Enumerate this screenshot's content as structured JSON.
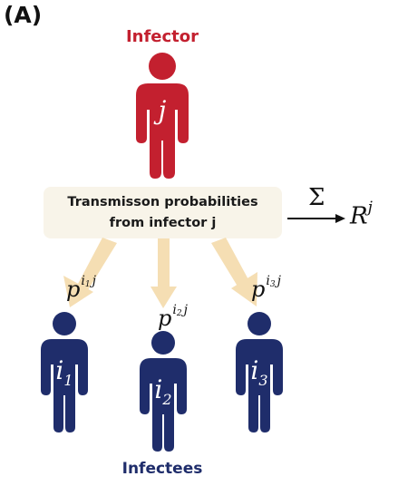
{
  "panel_label": "(A)",
  "infector": {
    "label": "Infector",
    "symbol": "j",
    "color": "#c3202f"
  },
  "transmission_box": {
    "line1": "Transmisson probabilities",
    "line2": "from infector  j",
    "background": "#f8f4e9"
  },
  "sum_symbol": "Σ",
  "result": {
    "base": "R",
    "superscript": "j"
  },
  "probabilities": [
    {
      "base": "p",
      "sup_base": "i",
      "sub": "1",
      "sup_j": "j"
    },
    {
      "base": "p",
      "sup_base": "i",
      "sub": "2",
      "sup_j": "j"
    },
    {
      "base": "p",
      "sup_base": "i",
      "sub": "3",
      "sup_j": "j"
    }
  ],
  "infectees": {
    "label": "Infectees",
    "color": "#1f2d6b",
    "people": [
      {
        "base": "i",
        "sub": "1"
      },
      {
        "base": "i",
        "sub": "2"
      },
      {
        "base": "i",
        "sub": "3"
      }
    ]
  },
  "arrow_color": "#f5deb3"
}
